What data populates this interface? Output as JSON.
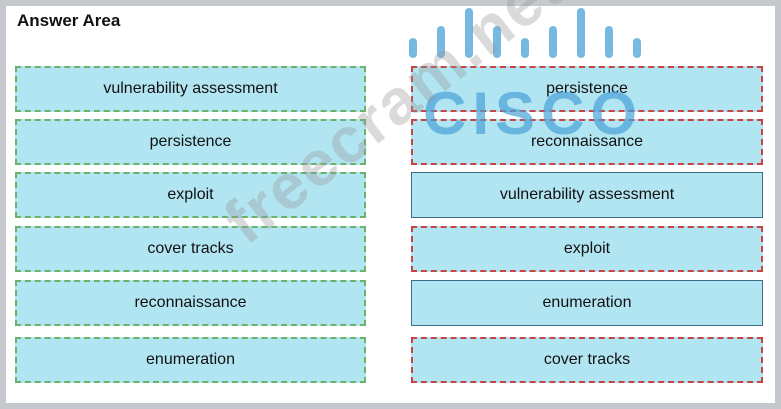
{
  "title": "Answer Area",
  "left_column": [
    "vulnerability assessment",
    "persistence",
    "exploit",
    "cover tracks",
    "reconnaissance",
    "enumeration"
  ],
  "right_column": [
    "persistence",
    "reconnaissance",
    "vulnerability assessment",
    "exploit",
    "enumeration",
    "cover tracks"
  ],
  "logo_text": "CISCO",
  "watermark_text": "freecram.net",
  "colors": {
    "item_fill": "#b2e5f2",
    "left_border": "#6bb36a",
    "right_border": "#c84444",
    "logo": "#4aa3d8"
  }
}
